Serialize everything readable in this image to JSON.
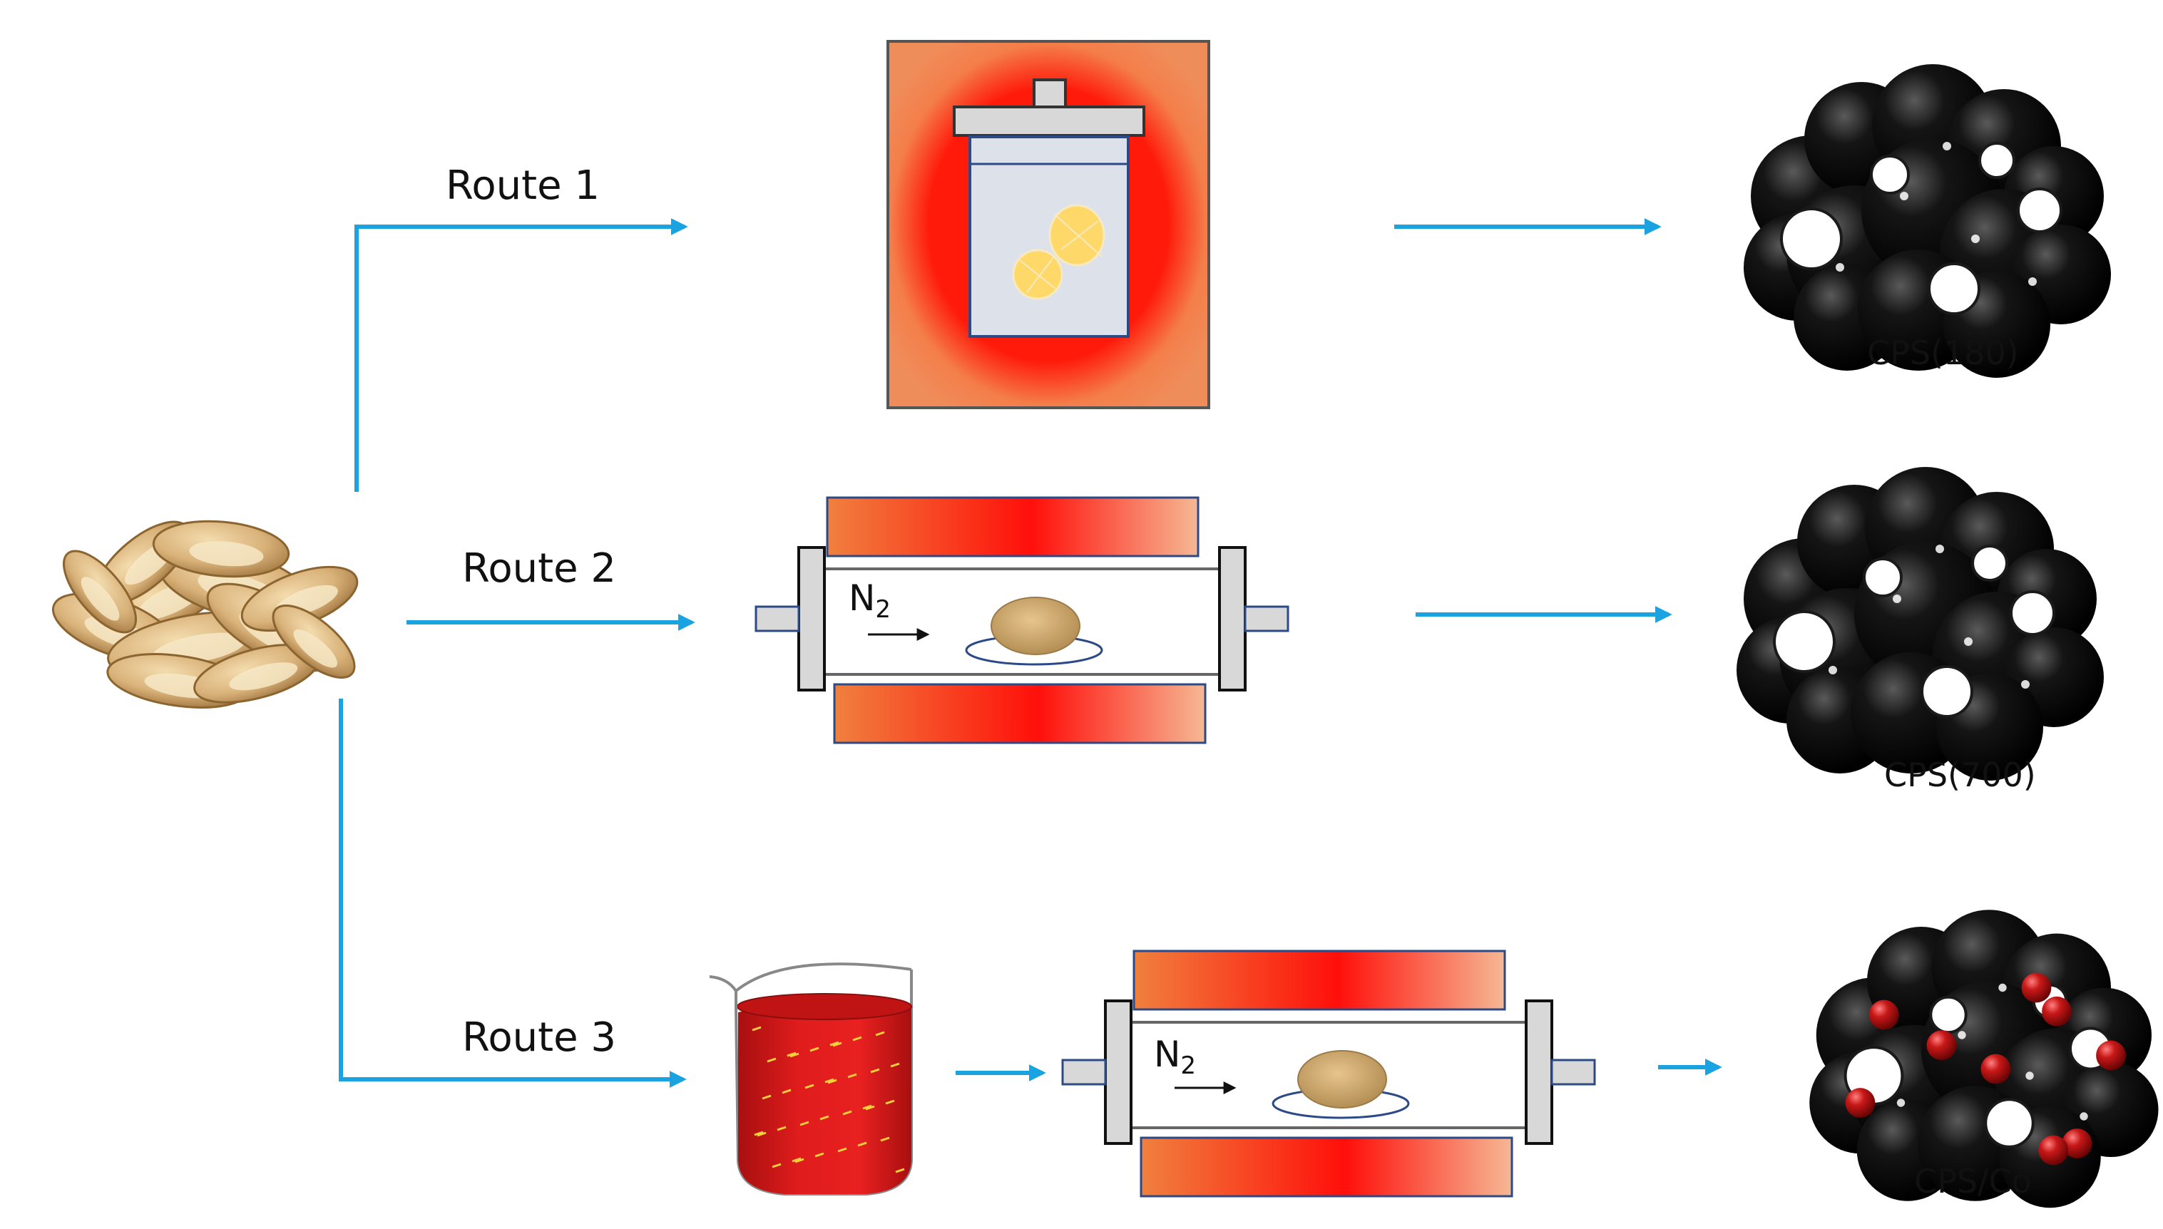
{
  "routes": [
    {
      "label": "Route 1"
    },
    {
      "label": "Route 2"
    },
    {
      "label": "Route 3"
    }
  ],
  "products": [
    {
      "label": "CPS(180)"
    },
    {
      "label": "CPS(700)"
    },
    {
      "label": "CPS/Co"
    }
  ],
  "furnace_gas": {
    "label": "N",
    "sub": "2"
  },
  "colors": {
    "arrow": "#1aa3e0",
    "heat_red": "#ff1a0a",
    "heat_orange": "#f08a4a",
    "carbon": "#050505",
    "cobalt": "#c01818",
    "solution": "#d81818",
    "shell": "#d9b27a"
  },
  "icons": [
    "peanut-shells-icon",
    "autoclave-icon",
    "tube-furnace-icon",
    "beaker-icon",
    "porous-carbon-icon",
    "arrow-icon"
  ]
}
